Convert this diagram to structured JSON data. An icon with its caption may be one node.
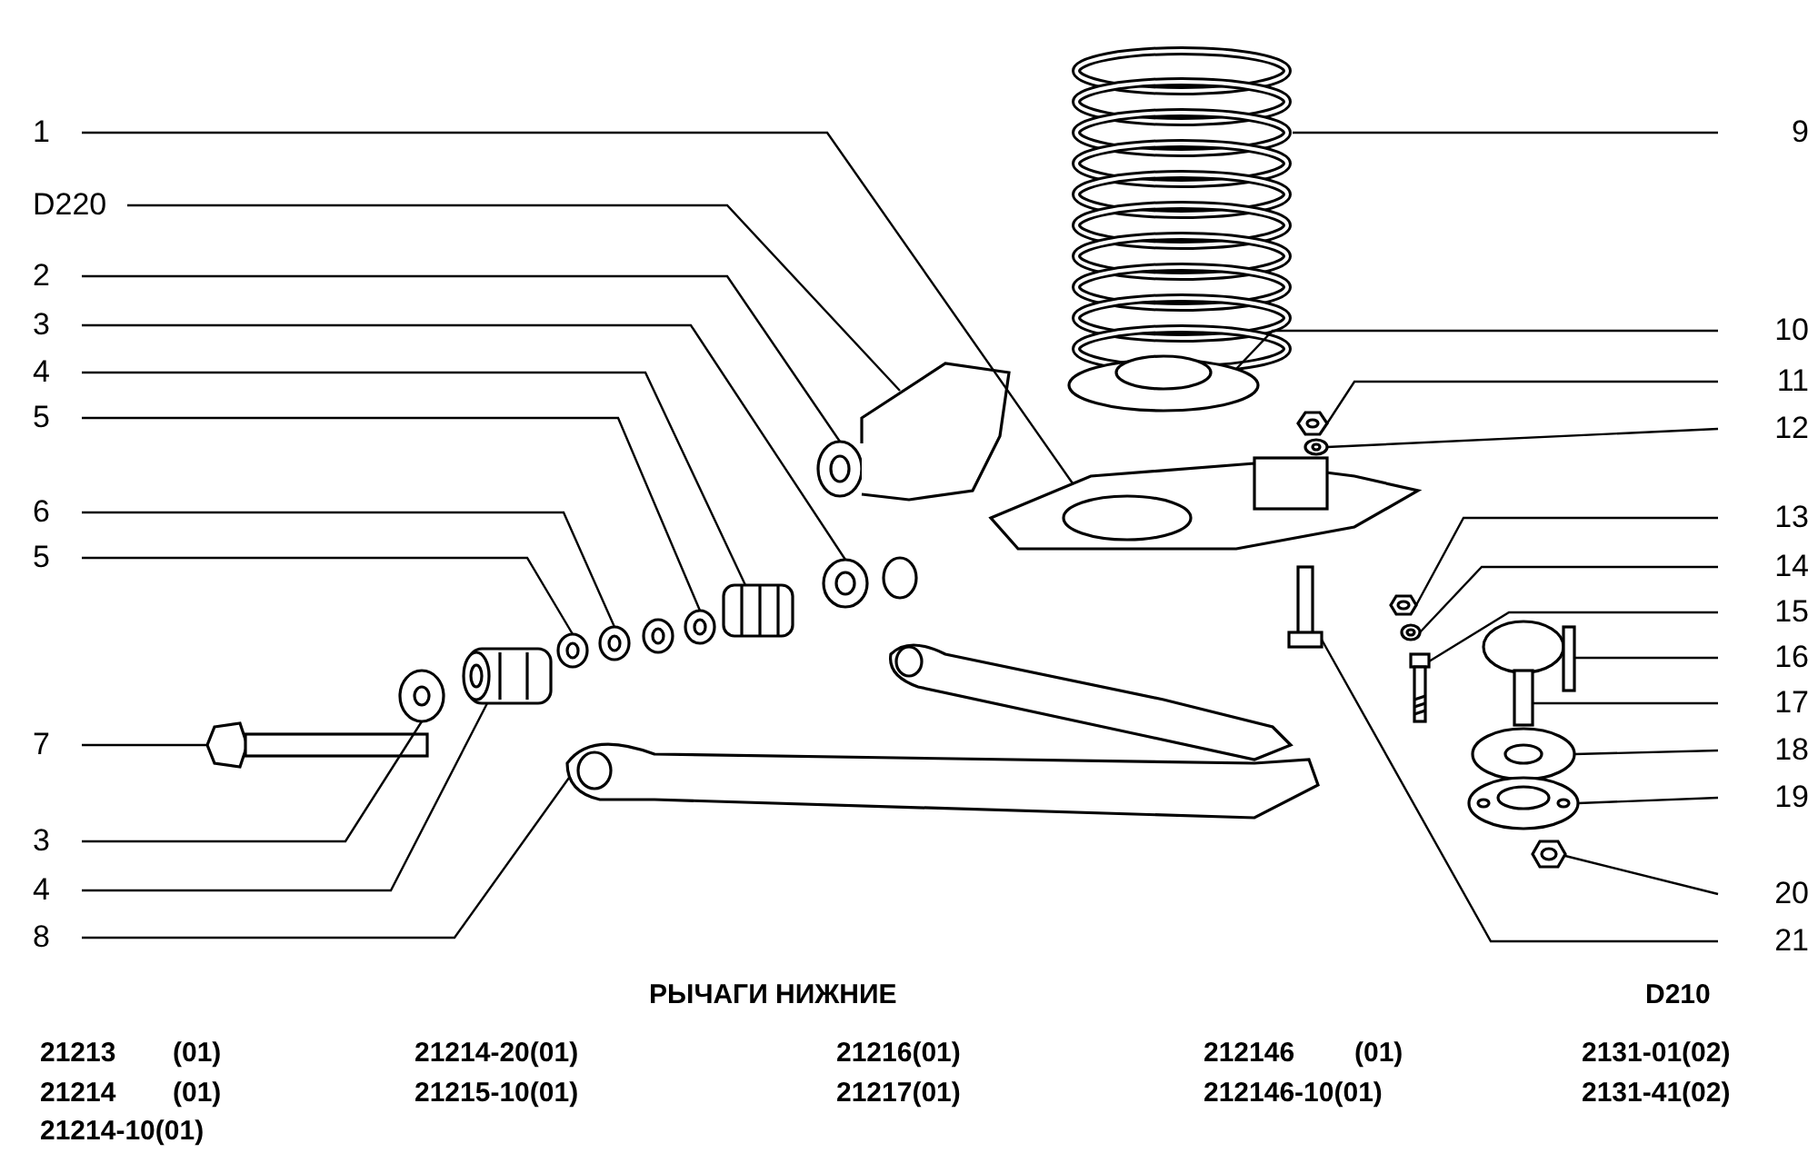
{
  "diagram": {
    "title": "РЫЧАГИ НИЖНИЕ",
    "nodes": [
      {
        "text": [
          "1"
        ]
      },
      {
        "text": [
          "D220"
        ]
      },
      {
        "text": [
          "2"
        ]
      },
      {
        "text": [
          "3"
        ]
      },
      {
        "text": [
          "4"
        ]
      },
      {
        "text": [
          "5"
        ]
      },
      {
        "text": [
          "6"
        ]
      },
      {
        "text": [
          "5"
        ]
      },
      {
        "text": [
          "7"
        ]
      },
      {
        "text": [
          "3"
        ]
      },
      {
        "text": [
          "4"
        ]
      },
      {
        "text": [
          "8"
        ]
      },
      {
        "text": [
          "9"
        ]
      },
      {
        "text": [
          "10"
        ]
      },
      {
        "text": [
          "11"
        ]
      },
      {
        "text": [
          "12"
        ]
      },
      {
        "text": [
          "13"
        ]
      },
      {
        "text": [
          "14"
        ]
      },
      {
        "text": [
          "15"
        ]
      },
      {
        "text": [
          "16"
        ]
      },
      {
        "text": [
          "17"
        ]
      },
      {
        "text": [
          "18"
        ]
      },
      {
        "text": [
          "19"
        ]
      },
      {
        "text": [
          "20"
        ]
      },
      {
        "text": [
          "21"
        ]
      },
      {
        "text": [],
        "shape": "picture"
      },
      {
        "text": [],
        "shape": "picture"
      },
      {
        "text": [],
        "shape": "picture"
      },
      {
        "text": [],
        "shape": "picture"
      },
      {
        "text": [],
        "shape": "picture"
      },
      {
        "text": [],
        "shape": "picture"
      },
      {
        "text": [],
        "shape": "picture"
      },
      {
        "text": [],
        "shape": "picture"
      },
      {
        "text": [],
        "shape": "picture"
      },
      {
        "text": [],
        "shape": "picture"
      },
      {
        "text": [],
        "shape": "picture"
      },
      {
        "text": [],
        "shape": "picture"
      },
      {
        "text": [],
        "shape": "picture"
      },
      {
        "text": [],
        "shape": "picture"
      },
      {
        "text": [],
        "shape": "picture"
      },
      {
        "text": [],
        "shape": "picture"
      },
      {
        "text": [],
        "shape": "picture"
      },
      {
        "text": [],
        "shape": "picture"
      },
      {
        "text": [],
        "shape": "picture"
      },
      {
        "text": [],
        "shape": "picture"
      },
      {
        "text": [],
        "shape": "picture"
      },
      {
        "text": [],
        "shape": "picture"
      },
      {
        "text": [],
        "shape": "picture"
      },
      {
        "text": [],
        "shape": "picture"
      },
      {
        "text": [],
        "shape": "picture"
      }
    ],
    "edges": [
      {
        "from": 0,
        "to": 36,
        "arrow": "none"
      },
      {
        "from": 1,
        "to": 35,
        "arrow": "none"
      },
      {
        "from": 2,
        "to": 33,
        "arrow": "none"
      },
      {
        "from": 3,
        "to": 34,
        "arrow": "none"
      },
      {
        "from": 4,
        "to": 32,
        "arrow": "none"
      },
      {
        "from": 5,
        "to": 31,
        "arrow": "none"
      },
      {
        "from": 6,
        "to": 30,
        "arrow": "none"
      },
      {
        "from": 7,
        "to": 28,
        "arrow": "none"
      },
      {
        "from": 8,
        "to": 25,
        "arrow": "none"
      },
      {
        "from": 9,
        "to": 26,
        "arrow": "none"
      },
      {
        "from": 10,
        "to": 27,
        "arrow": "none"
      },
      {
        "from": 11,
        "to": 29,
        "arrow": "none"
      },
      {
        "from": 12,
        "to": 37,
        "arrow": "none"
      },
      {
        "from": 13,
        "to": 38,
        "arrow": "none"
      },
      {
        "from": 14,
        "to": 40,
        "arrow": "none"
      },
      {
        "from": 15,
        "to": 41,
        "arrow": "none"
      },
      {
        "from": 16,
        "to": 42,
        "arrow": "none"
      },
      {
        "from": 17,
        "to": 43,
        "arrow": "none"
      },
      {
        "from": 18,
        "to": 44,
        "arrow": "none"
      },
      {
        "from": 19,
        "to": 48,
        "arrow": "none"
      },
      {
        "from": 20,
        "to": 45,
        "arrow": "none"
      },
      {
        "from": 21,
        "to": 46,
        "arrow": "none"
      },
      {
        "from": 22,
        "to": 47,
        "arrow": "none"
      },
      {
        "from": 23,
        "to": 49,
        "arrow": "none"
      },
      {
        "from": 24,
        "to": 39,
        "arrow": "none"
      }
    ],
    "labels": [
      "D210",
      "21213",
      "(01)",
      "21214-20(01)",
      "21216(01)",
      "212146",
      "(01)",
      "2131-01(02)",
      "21214",
      "(01)",
      "21215-10(01)",
      "21217(01)",
      "212146-10(01)",
      "2131-41(02)",
      "21214-10(01)"
    ]
  }
}
